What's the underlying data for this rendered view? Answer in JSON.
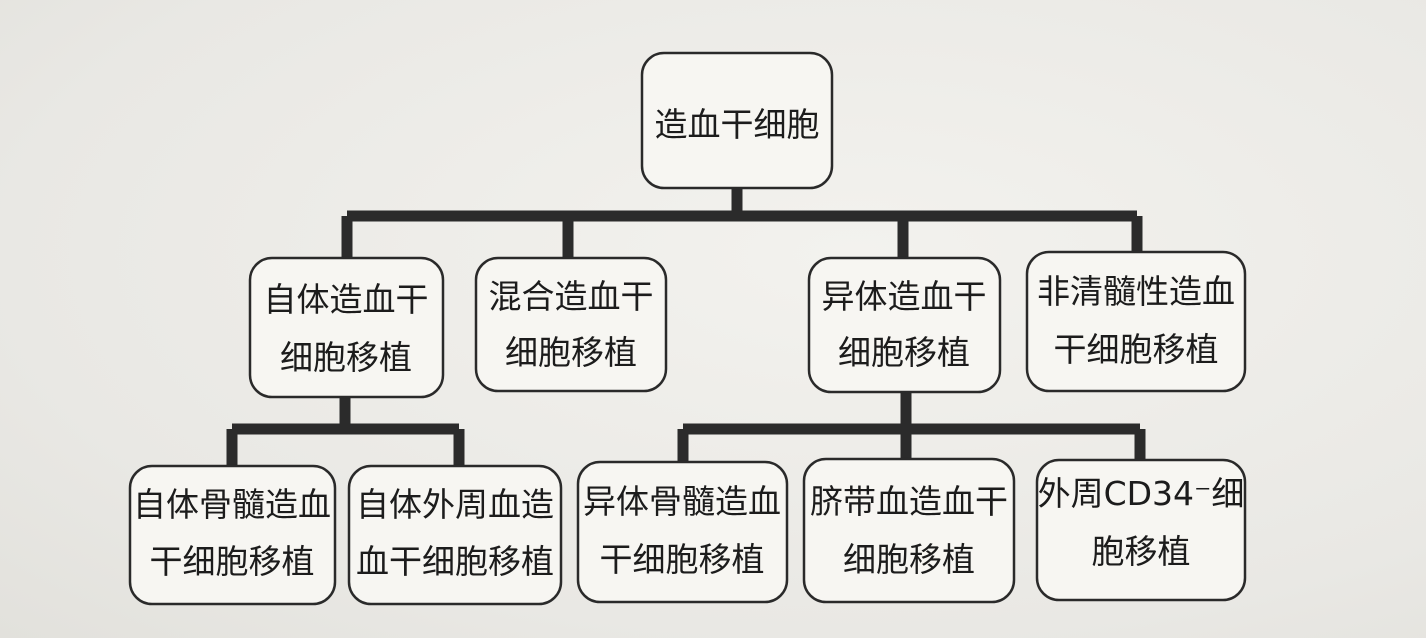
{
  "nodes": {
    "root": [
      "造血干细胞"
    ],
    "autologous": [
      "自体造血干",
      "细胞移植"
    ],
    "mixed": [
      "混合造血干",
      "细胞移植"
    ],
    "allogeneic": [
      "异体造血干",
      "细胞移植"
    ],
    "nonmyeloablative": [
      "非清髓性造血",
      "干细胞移植"
    ],
    "auto_bone_marrow": [
      "自体骨髓造血",
      "干细胞移植"
    ],
    "auto_peripheral": [
      "自体外周血造",
      "血干细胞移植"
    ],
    "allo_bone_marrow": [
      "异体骨髓造血",
      "干细胞移植"
    ],
    "cord_blood": [
      "脐带血造血干",
      "细胞移植"
    ],
    "peripheral_cd34": [
      "外周CD34⁻细",
      "胞移植"
    ]
  }
}
